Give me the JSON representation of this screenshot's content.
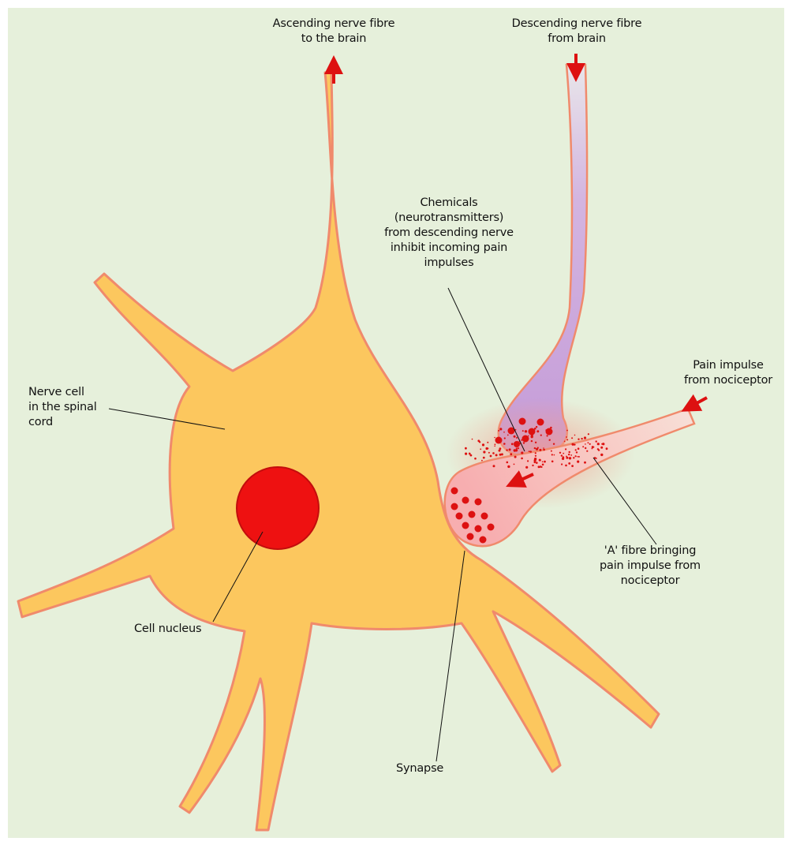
{
  "labels": {
    "ascending": "Ascending nerve fibre\nto the brain",
    "descending": "Descending nerve fibre\nfrom brain",
    "chemicals": "Chemicals\n(neurotransmitters)\nfrom descending nerve\ninhibit incoming pain\nimpulses",
    "pain_impulse": "Pain impulse\nfrom nociceptor",
    "nerve_cell": "Nerve cell\nin the spinal\ncord",
    "a_fibre": "'A' fibre bringing\npain impulse from\nnociceptor",
    "cell_nucleus": "Cell nucleus",
    "synapse": "Synapse"
  },
  "colors": {
    "background": "#e6f0db",
    "cell_body": "#fcc75e",
    "cell_outline": "#f08a6c",
    "nucleus": "#ee1111",
    "descending_fibre": "#c9a4dc",
    "a_fibre": "#f7b9b6",
    "arrows": "#dd1111",
    "neurotransmitter_dots": "#dd1111"
  }
}
